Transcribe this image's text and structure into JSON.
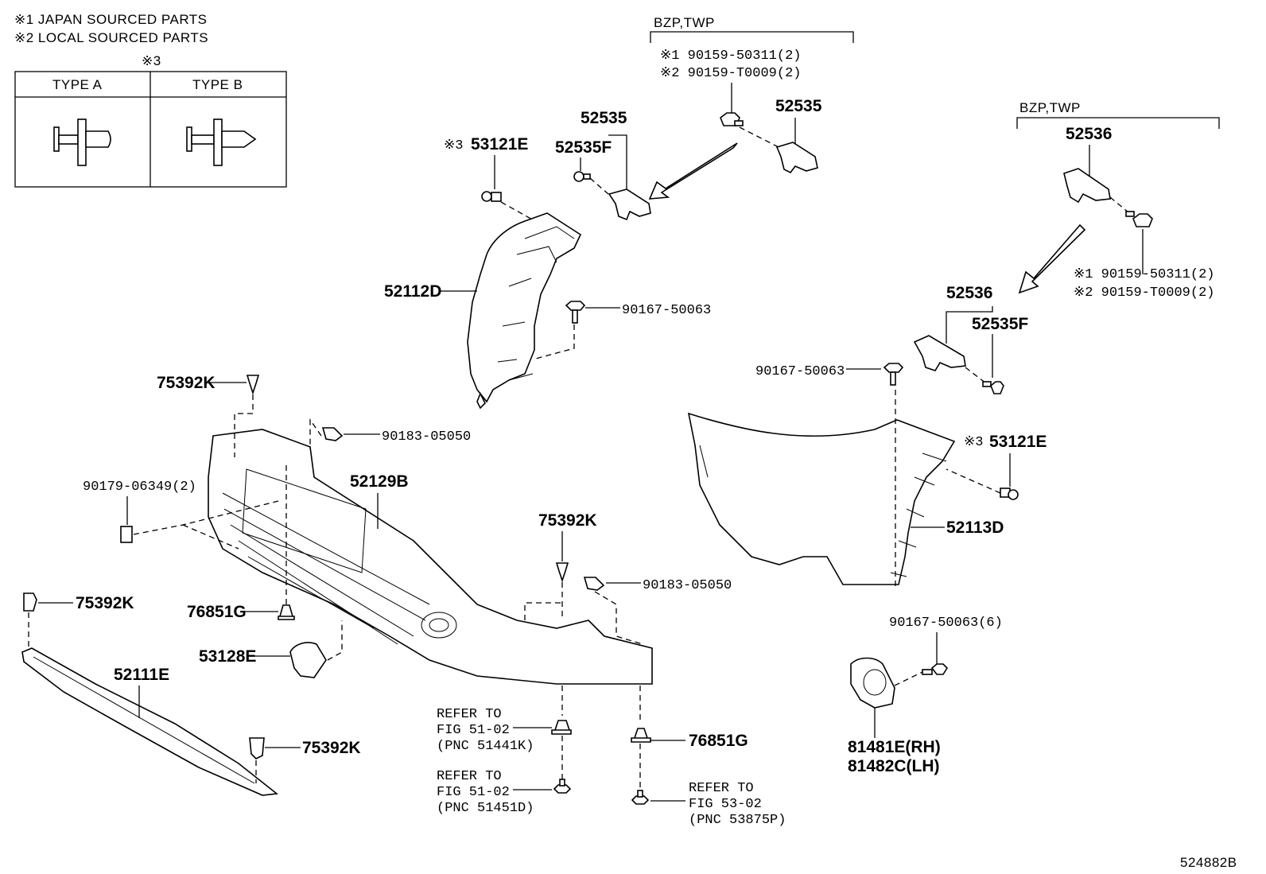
{
  "notes": {
    "note1": "※1 JAPAN SOURCED PARTS",
    "note2": "※2 LOCAL SOURCED PARTS",
    "note3": "※3",
    "type_a": "TYPE A",
    "type_b": "TYPE B"
  },
  "variants": {
    "left": "BZP,TWP",
    "right": "BZP,TWP"
  },
  "parts": {
    "p52535_a": "52535",
    "p52535_b": "52535",
    "p52535f_a": "52535F",
    "p52535f_b": "52535F",
    "p53121e_a": "53121E",
    "p53121e_b": "53121E",
    "mark3_a": "※3",
    "mark3_b": "※3",
    "p90159_1_a": "※1 90159-50311(2)",
    "p90159_2_a": "※2 90159-T0009(2)",
    "p90159_1_b": "※1 90159-50311(2)",
    "p90159_2_b": "※2 90159-T0009(2)",
    "p52536_a": "52536",
    "p52536_b": "52536",
    "p52112d": "52112D",
    "p52113d": "52113D",
    "p90167_a": "90167-50063",
    "p90167_b": "90167-50063",
    "p90167_6": "90167-50063(6)",
    "p75392k_a": "75392K",
    "p75392k_b": "75392K",
    "p75392k_c": "75392K",
    "p75392k_d": "75392K",
    "p90183_a": "90183-05050",
    "p90183_b": "90183-05050",
    "p90179": "90179-06349(2)",
    "p52129b": "52129B",
    "p76851g_a": "76851G",
    "p76851g_b": "76851G",
    "p53128e": "53128E",
    "p52111e": "52111E",
    "p81481e": "81481E(RH)",
    "p81482c": "81482C(LH)"
  },
  "refs": {
    "r1_l1": "REFER TO",
    "r1_l2": "FIG 51-02",
    "r1_l3": "(PNC 51441K)",
    "r2_l1": "REFER TO",
    "r2_l2": "FIG 51-02",
    "r2_l3": "(PNC 51451D)",
    "r3_l1": "REFER TO",
    "r3_l2": "FIG 53-02",
    "r3_l3": "(PNC 53875P)"
  },
  "diagram_id": "524882B"
}
